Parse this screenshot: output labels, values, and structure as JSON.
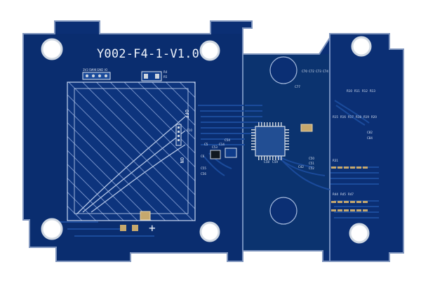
{
  "board": {
    "title": "Y002-F4-1-V1.0",
    "header_labels": [
      "3V3",
      "SWIK",
      "GND",
      "IO"
    ],
    "side_labels": {
      "vertical_left": "ON",
      "vertical_right": "OFF"
    },
    "polarity_mark": "+",
    "component_refs": [
      "R4",
      "R5",
      "C5",
      "C6",
      "C10",
      "C14",
      "C53",
      "C54",
      "C55",
      "C56",
      "R10",
      "R11",
      "R12",
      "R13",
      "R15",
      "R16",
      "R17",
      "R18",
      "R19",
      "R20",
      "R31",
      "R44",
      "R45",
      "R47",
      "C42",
      "C50",
      "C51",
      "C52",
      "C58",
      "C59",
      "C70",
      "C72",
      "C73",
      "C74",
      "C77",
      "C82",
      "C84"
    ]
  },
  "colors": {
    "background": "#ffffff",
    "solder_mask": "#0b2f74",
    "copper_trace": "#1b4b9b",
    "silkscreen": "#e8eef8",
    "pad_gold": "#c6a86d",
    "pad_silver": "#cfd6df"
  }
}
